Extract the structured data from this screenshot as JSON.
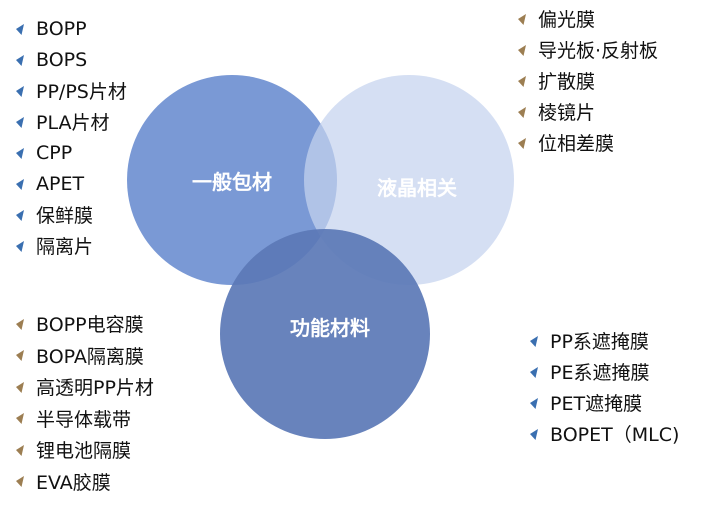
{
  "colors": {
    "circle_left": "#7393d3",
    "circle_right": "#c5d3ee",
    "circle_bottom": "#5b78b6",
    "bullet_blue": "#3a6fb0",
    "bullet_tan": "#9c7e52"
  },
  "icons": {
    "bullet": "pin-bullet-icon"
  },
  "circles": {
    "left": {
      "label": "一般包材"
    },
    "right": {
      "label": "液晶相关"
    },
    "bottom": {
      "label": "功能材料"
    }
  },
  "lists": {
    "top_left": [
      "BOPP",
      "BOPS",
      "PP/PS片材",
      "PLA片材",
      "CPP",
      "APET",
      "保鲜膜",
      "隔离片"
    ],
    "top_right": [
      "偏光膜",
      "导光板·反射板",
      "扩散膜",
      "棱镜片",
      "位相差膜"
    ],
    "bottom_left": [
      "BOPP电容膜",
      "BOPA隔离膜",
      "高透明PP片材",
      "半导体载带",
      "锂电池隔膜",
      "EVA胶膜"
    ],
    "bottom_right": [
      "PP系遮掩膜",
      "PE系遮掩膜",
      "PET遮掩膜",
      "BOPET（MLC)"
    ]
  }
}
